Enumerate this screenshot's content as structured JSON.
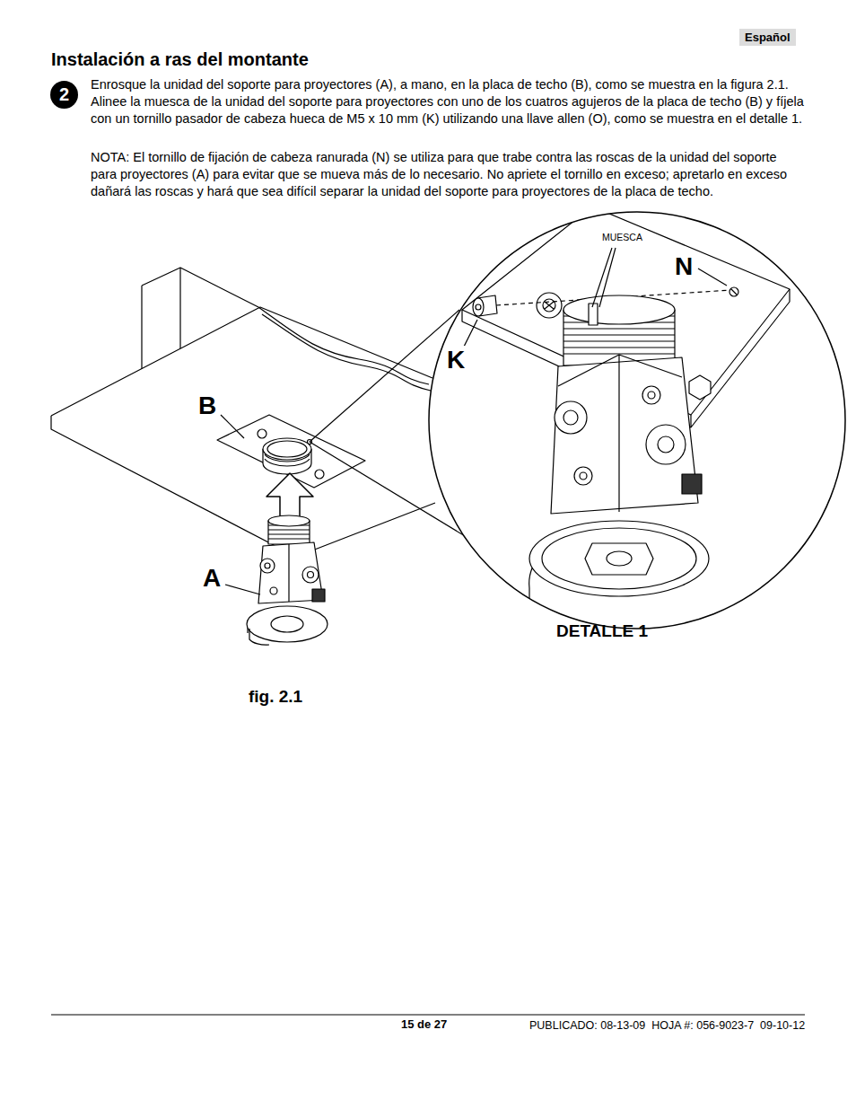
{
  "diagram": {
    "title": "Instalación a ras del montante",
    "nodes": [
      {
        "text": [
          "Español"
        ]
      },
      {
        "text": [
          "2"
        ]
      }
    ],
    "edges": [],
    "labels": [
      "Enrosque la unidad del soporte para proyectores (A), a mano, en la placa de techo (B), como se muestra en la figura 2.1. Alinee la muesca de la unidad del soporte para proyectores con uno de los cuatros agujeros de la placa de techo (B) y fíjela con un tornillo pasador de cabeza hueca de M5 x 10 mm (K) utilizando una llave allen (O), como se muestra en el detalle 1.",
      "NOTA: El tornillo de fijación de cabeza ranurada (N) se utiliza para que trabe contra las roscas de la unidad del soporte para proyectores (A) para evitar que se mueva más de lo necesario. No apriete el tornillo en exceso; apretarlo en exceso dañará las roscas y hará que sea difícil separar la unidad del soporte para proyectores de la placa de techo.",
      "MUESCA",
      "N",
      "K",
      "B",
      "A",
      "DETALLE 1",
      "fig. 2.1",
      "15 de 27",
      "PUBLICADO: 08-13-09  HOJA #: 056-9023-7  09-10-12"
    ]
  }
}
